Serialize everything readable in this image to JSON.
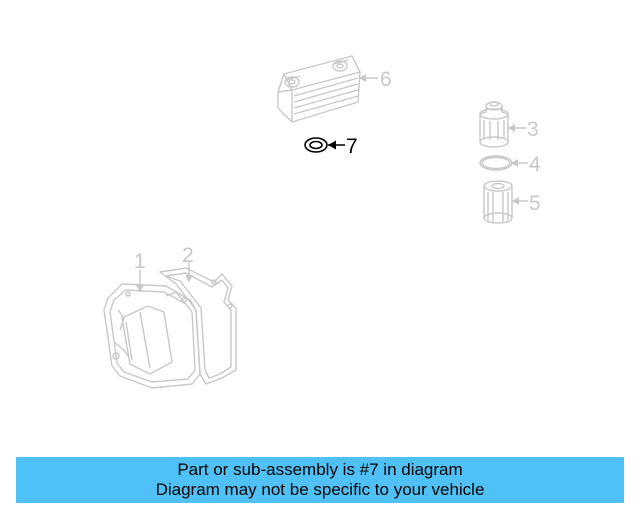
{
  "colors": {
    "faded": "#c8c8c8",
    "highlight": "#000000",
    "banner_bg": "#4fc1f7"
  },
  "diagram": {
    "highlighted_part": "7",
    "callouts": {
      "c1": "1",
      "c2": "2",
      "c3": "3",
      "c4": "4",
      "c5": "5",
      "c6": "6",
      "c7": "7"
    }
  },
  "banner": {
    "line1": "Part or sub-assembly is #7 in diagram",
    "line2": "Diagram may not be specific to your vehicle"
  }
}
